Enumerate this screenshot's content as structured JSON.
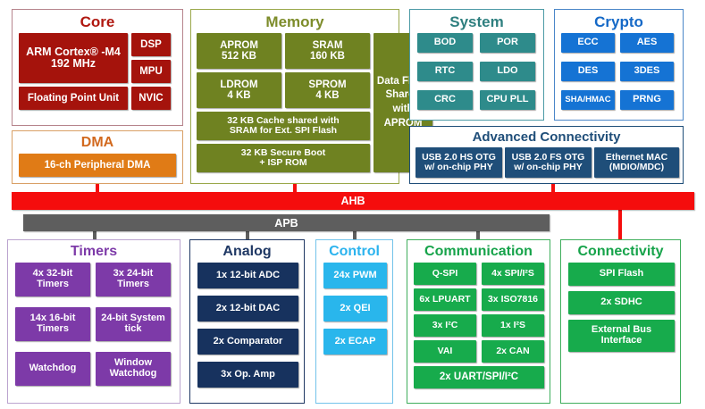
{
  "buses": {
    "ahb": "AHB",
    "apb": "APB",
    "ahb_color": "#f50d0d",
    "apb_color": "#5e5e5e"
  },
  "core": {
    "title": "Core",
    "accent": "#b01810",
    "block_color": "#a5130c",
    "cpu": "ARM Cortex® -M4 192 MHz",
    "cpu_line1": "ARM Cortex® -M4",
    "cpu_line2": "192 MHz",
    "dsp": "DSP",
    "mpu": "MPU",
    "fpu": "Floating Point Unit",
    "nvic": "NVIC"
  },
  "dma": {
    "title": "DMA",
    "accent": "#d2691e",
    "block_color": "#e07b16",
    "block": "16-ch Peripheral DMA"
  },
  "memory": {
    "title": "Memory",
    "accent": "#7d8c2a",
    "block_color": "#6f8221",
    "aprom_l1": "APROM",
    "aprom_l2": "512 KB",
    "sram_l1": "SRAM",
    "sram_l2": "160 KB",
    "ldrom_l1": "LDROM",
    "ldrom_l2": "4 KB",
    "sprom_l1": "SPROM",
    "sprom_l2": "4 KB",
    "cache_l1": "32 KB Cache shared with",
    "cache_l2": "SRAM for  Ext. SPI Flash",
    "boot_l1": "32 KB Secure Boot",
    "boot_l2": "+ ISP ROM",
    "dataflash": "Data Flash Shared with APROM"
  },
  "system": {
    "title": "System",
    "accent": "#2e7f7f",
    "block_color": "#2e8b8b",
    "items": [
      "BOD",
      "POR",
      "RTC",
      "LDO",
      "CRC",
      "CPU PLL"
    ]
  },
  "crypto": {
    "title": "Crypto",
    "accent": "#1569c7",
    "block_color": "#1573d4",
    "items": [
      "ECC",
      "AES",
      "DES",
      "3DES",
      "SHA/HMAC",
      "PRNG"
    ]
  },
  "advanced_connectivity": {
    "title": "Advanced Connectivity",
    "accent": "#1f4e79",
    "block_color": "#1f4e79",
    "items": [
      {
        "line1": "USB 2.0 HS OTG",
        "line2": "w/ on-chip PHY"
      },
      {
        "line1": "USB 2.0 FS OTG",
        "line2": "w/ on-chip PHY"
      },
      {
        "line1": "Ethernet MAC",
        "line2": "(MDIO/MDC)"
      }
    ]
  },
  "timers": {
    "title": "Timers",
    "accent": "#7d3aa8",
    "block_color": "#7d3aa8",
    "items": [
      {
        "line1": "4x 32-bit",
        "line2": "Timers"
      },
      {
        "line1": "3x 24-bit",
        "line2": "Timers"
      },
      {
        "line1": "14x 16-bit",
        "line2": "Timers"
      },
      {
        "line1": "24-bit System",
        "line2": "tick"
      },
      {
        "line1": "Watchdog",
        "line2": ""
      },
      {
        "line1": "Window",
        "line2": "Watchdog"
      }
    ]
  },
  "analog": {
    "title": "Analog",
    "accent": "#1f3864",
    "block_color": "#17325e",
    "items": [
      "1x 12-bit ADC",
      "2x 12-bit DAC",
      "2x Comparator",
      "3x Op. Amp"
    ]
  },
  "control": {
    "title": "Control",
    "accent": "#2bb3ee",
    "block_color": "#29b6ec",
    "items": [
      "24x PWM",
      "2x QEI",
      "2x ECAP"
    ]
  },
  "communication": {
    "title": "Communication",
    "accent": "#16a34a",
    "block_color": "#17ab4c",
    "items": [
      "Q-SPI",
      "4x SPI/I²S",
      "6x LPUART",
      "3x ISO7816",
      "3x I²C",
      "1x I²S",
      "VAI",
      "2x CAN",
      "2x UART/SPI/I²C"
    ]
  },
  "connectivity": {
    "title": "Connectivity",
    "accent": "#16a34a",
    "block_color": "#17ab4c",
    "items": [
      {
        "line1": "SPI Flash",
        "line2": ""
      },
      {
        "line1": "2x SDHC",
        "line2": ""
      },
      {
        "line1": "External Bus",
        "line2": "Interface"
      }
    ]
  }
}
